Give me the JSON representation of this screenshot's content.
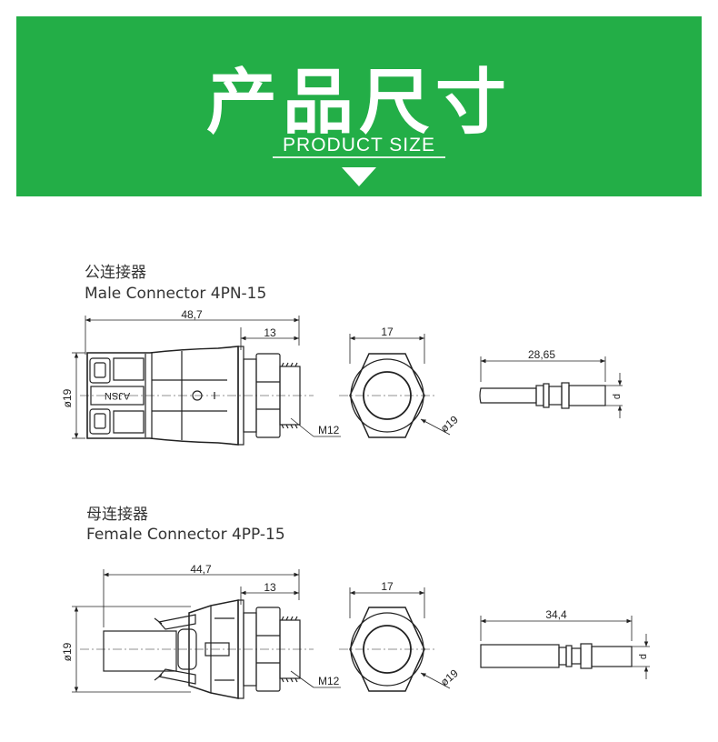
{
  "header": {
    "title": "产品尺寸",
    "subtitle": "PRODUCT SIZE",
    "accent_color": "#23ae47",
    "arrow_icon": "chevron-down-icon"
  },
  "male": {
    "title_cn": "公连接器",
    "title_en": "Male Connector 4PN-15",
    "dims": {
      "overall_length": "48,7",
      "thread_length": "13",
      "diameter": "ø19",
      "thread": "M12",
      "nut_width": "17",
      "nut_diameter": "ø19",
      "pin_length": "28,65",
      "pin_diameter": "d"
    },
    "housing_marking": "AJSN"
  },
  "female": {
    "title_cn": "母连接器",
    "title_en": "Female Connector 4PP-15",
    "dims": {
      "overall_length": "44,7",
      "thread_length": "13",
      "diameter": "ø19",
      "thread": "M12",
      "nut_width": "17",
      "nut_diameter": "ø19",
      "socket_length": "34,4",
      "socket_diameter": "d"
    }
  }
}
